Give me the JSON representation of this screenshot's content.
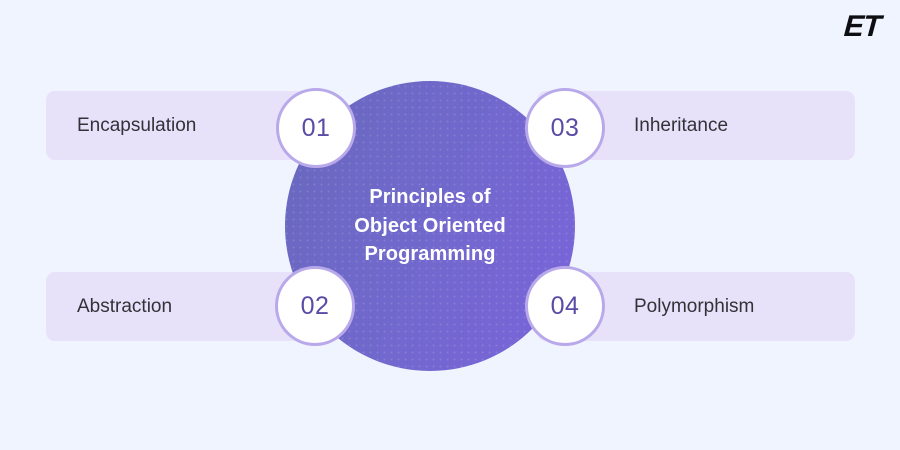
{
  "brand": {
    "logo_text": "ET"
  },
  "center": {
    "title": "Principles of\nObject Oriented\nProgramming",
    "gradient_from": "#6868bd",
    "gradient_to": "#7a64db",
    "text_color": "#ffffff"
  },
  "theme": {
    "background": "#eff4fe",
    "bar_background": "#e7e2fa",
    "badge_border": "#b9a9ea",
    "badge_text": "#5b4ba6",
    "label_text": "#333238"
  },
  "principles": [
    {
      "number": "01",
      "label": "Encapsulation",
      "side": "left",
      "row": "top"
    },
    {
      "number": "02",
      "label": "Abstraction",
      "side": "left",
      "row": "bottom"
    },
    {
      "number": "03",
      "label": "Inheritance",
      "side": "right",
      "row": "top"
    },
    {
      "number": "04",
      "label": "Polymorphism",
      "side": "right",
      "row": "bottom"
    }
  ]
}
